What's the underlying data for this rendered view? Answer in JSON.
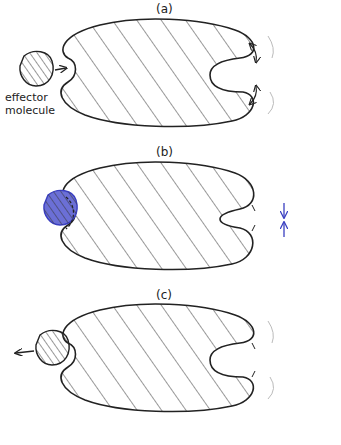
{
  "diagram": {
    "labels": [
      "(a)",
      "(b)",
      "(c)",
      "effector molecule"
    ]
  }
}
